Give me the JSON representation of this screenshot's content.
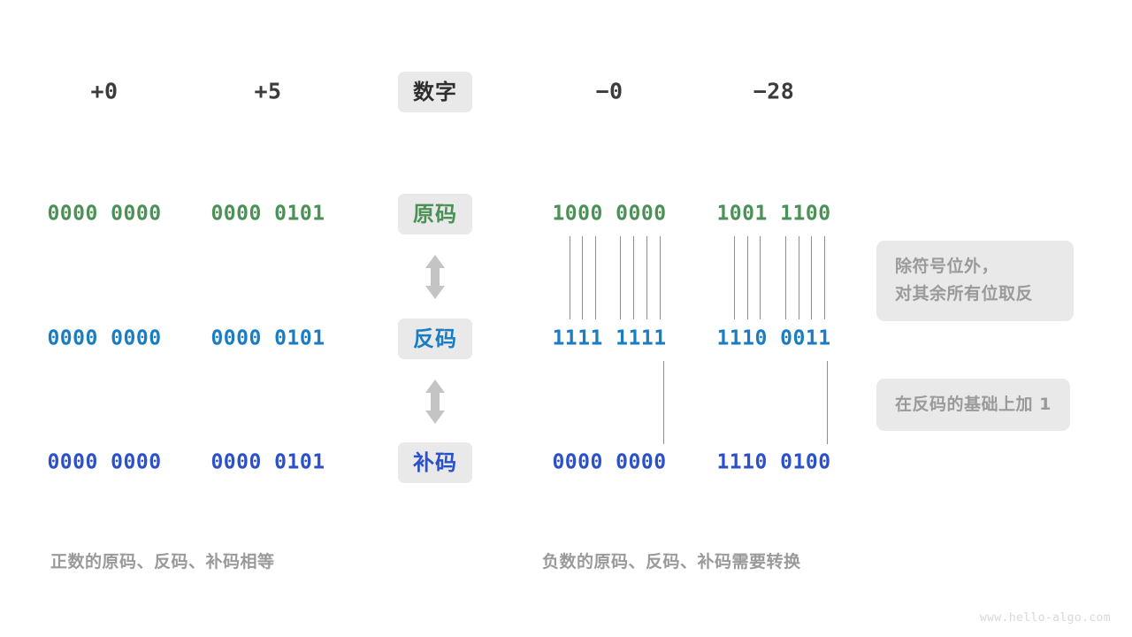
{
  "title": "原码、反码、补码对照图",
  "colors": {
    "background": "#ffffff",
    "header_text": "#3b3b3b",
    "sign_magnitude": "#4b9156",
    "ones_complement": "#1a7dc4",
    "twos_complement": "#2b50c8",
    "chip_background": "#e9e9e9",
    "note_text": "#9a9a9a",
    "connector_line": "#8d8d8d",
    "watermark": "#d8d8d8"
  },
  "row_labels": {
    "header": "数字",
    "sign_magnitude": "原码",
    "ones_complement": "反码",
    "twos_complement": "补码"
  },
  "column_headers": {
    "pos_zero": "+0",
    "pos_five": "+5",
    "neg_zero": "−0",
    "neg_twentyeight": "−28"
  },
  "rows": {
    "sign_magnitude": {
      "pos_zero": "0000 0000",
      "pos_five": "0000 0101",
      "neg_zero": "1000 0000",
      "neg_twentyeight": "1001 1100"
    },
    "ones_complement": {
      "pos_zero": "0000 0000",
      "pos_five": "0000 0101",
      "neg_zero": "1111 1111",
      "neg_twentyeight": "1110 0011"
    },
    "twos_complement": {
      "pos_zero": "0000 0000",
      "pos_five": "0000 0101",
      "neg_zero": "0000 0000",
      "neg_twentyeight": "1110 0100"
    }
  },
  "notes": {
    "invert": "除符号位外，\n对其余所有位取反",
    "add_one": "在反码的基础上加  1"
  },
  "captions": {
    "positive": "正数的原码、反码、补码相等",
    "negative": "负数的原码、反码、补码需要转换"
  },
  "watermark": "www.hello-algo.com"
}
